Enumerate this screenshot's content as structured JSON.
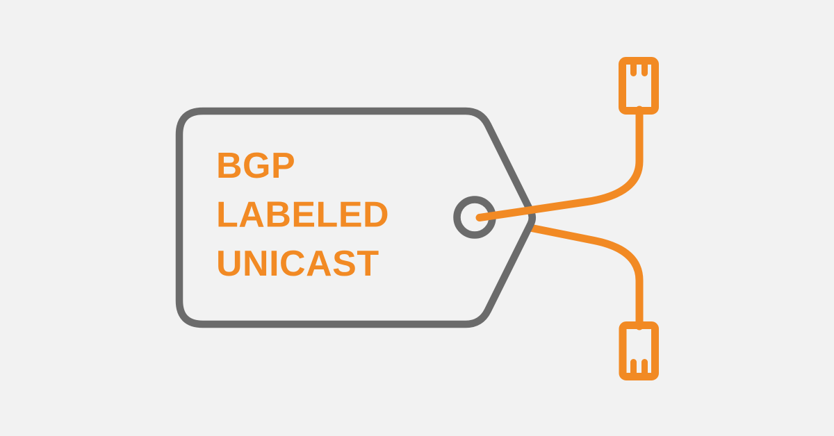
{
  "illustration": {
    "tag": {
      "label_lines": [
        "BGP",
        "LABELED",
        "UNICAST"
      ]
    },
    "icons": {
      "tag": "price-tag-icon",
      "hole": "tag-hole",
      "top_connector": "ethernet-plug-icon",
      "bottom_connector": "ethernet-plug-icon",
      "cables": "cable-line"
    },
    "colors": {
      "background": "#F2F2F2",
      "tag_outline_gray": "#6B6B6B",
      "accent_orange": "#F28A24"
    }
  }
}
